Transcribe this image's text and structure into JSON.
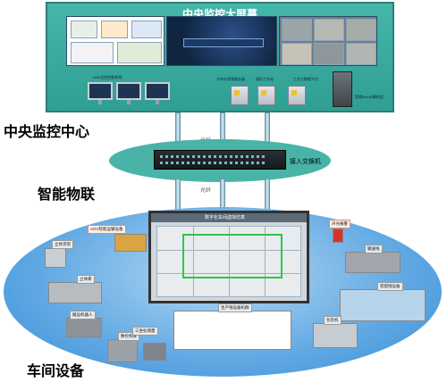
{
  "wall": {
    "title": "中央监控大屏幕"
  },
  "control_center": {
    "label": "中央监控中心",
    "monitor_label": "DNC远程控制系统",
    "server1_label": "分布式视频服务器",
    "server2_label": "图形工作站",
    "server3_label": "工业大数据平台",
    "cabinet_label": "容错Bios计算机组"
  },
  "network": {
    "label": "智能物联",
    "fiber_top": "光纤",
    "fiber_bottom": "光纤",
    "switch_label": "接入交换机"
  },
  "workshop": {
    "label": "车间设备",
    "screen_title": "数字化车间虚拟仿真",
    "devices": [
      {
        "name": "agv",
        "label": "AGV智能运输设备"
      },
      {
        "name": "shelf",
        "label": "立体货架"
      },
      {
        "name": "rack",
        "label": "立体库"
      },
      {
        "name": "robot-arm",
        "label": "搬运机器人"
      },
      {
        "name": "lathe",
        "label": "数控机床"
      },
      {
        "name": "cmm",
        "label": "三坐标测量"
      },
      {
        "name": "production-line",
        "label": "生产线设备机群"
      },
      {
        "name": "alarm",
        "label": "声光报警"
      },
      {
        "name": "conveyor",
        "label": "输送线"
      },
      {
        "name": "assembly",
        "label": "装配线设备"
      },
      {
        "name": "packaging",
        "label": "包装机"
      }
    ]
  },
  "colors": {
    "wall": "#3aab9f",
    "middle_ellipse": "#49b3a8",
    "floor": "#5fa8e3"
  }
}
